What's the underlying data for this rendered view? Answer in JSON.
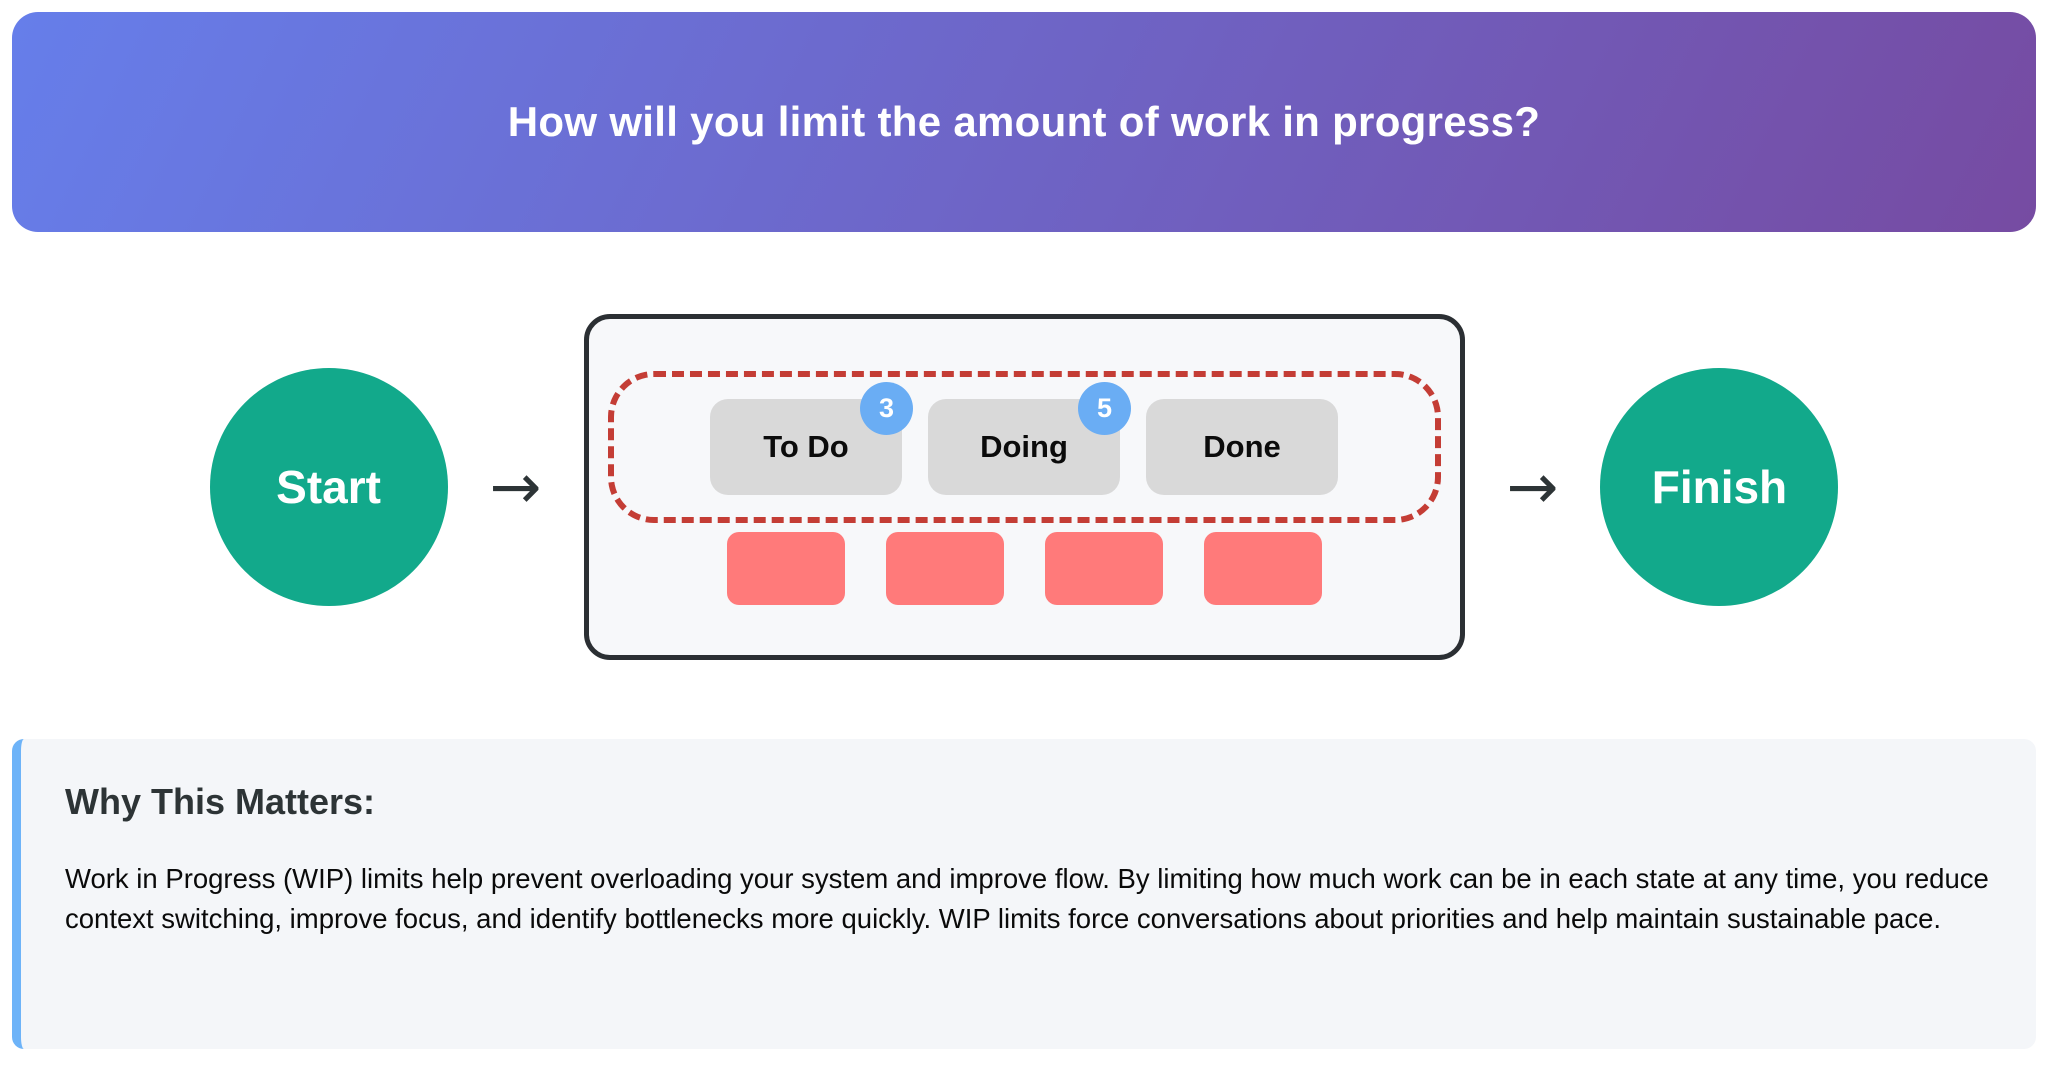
{
  "header": {
    "title": "How will you limit the amount of work in progress?",
    "gradient_from": "#667eea",
    "gradient_to": "#764ba2"
  },
  "diagram": {
    "start_label": "Start",
    "finish_label": "Finish",
    "arrow_icon": "→",
    "node_color": "#12a98b",
    "columns": [
      {
        "label": "To Do",
        "wip_limit": "3"
      },
      {
        "label": "Doing",
        "wip_limit": "5"
      },
      {
        "label": "Done",
        "wip_limit": ""
      }
    ],
    "work_cards_count": 4,
    "colors": {
      "board_background": "#f7f8fa",
      "board_border": "#2b2f33",
      "wip_zone_border": "#c43d35",
      "column_tile": "#d9d9d9",
      "wip_badge": "#6aadf4",
      "work_card": "#ff7a7a"
    }
  },
  "info_panel": {
    "heading": "Why This Matters:",
    "body": "Work in Progress (WIP) limits help prevent overloading your system and improve flow. By limiting how much work can be in each state at any time, you reduce context switching, improve focus, and identify bottlenecks more quickly. WIP limits force conversations about priorities and help maintain sustainable pace.",
    "accent_color": "#6db3f8",
    "background": "#f4f6f9"
  }
}
